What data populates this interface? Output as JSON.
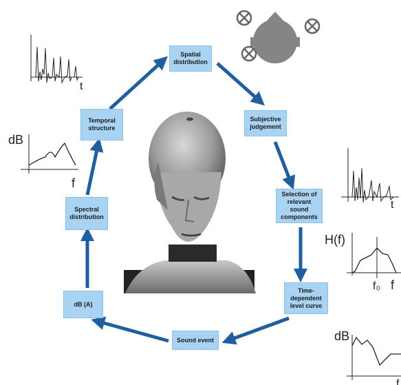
{
  "steps": {
    "spatial": "Spatial distribution",
    "subjective": "Subjective judgement",
    "selection": "Selection of relevant sound components",
    "level_curve": "Time-dependent level curve",
    "sound_event": "Sound event",
    "dba": "dB (A)",
    "spectral": "Spectral distribution",
    "temporal": "Temporal structure"
  },
  "graphs": {
    "db_label": "dB",
    "f_label": "f",
    "t_label": "t",
    "hf_label": "H(f)",
    "f0_label": "f₀"
  },
  "colors": {
    "box": "#a9d3f2",
    "arrow": "#1f5fa0"
  },
  "icons": [
    "speaker-x-icon",
    "listener-head-top-icon",
    "artificial-head-image"
  ]
}
